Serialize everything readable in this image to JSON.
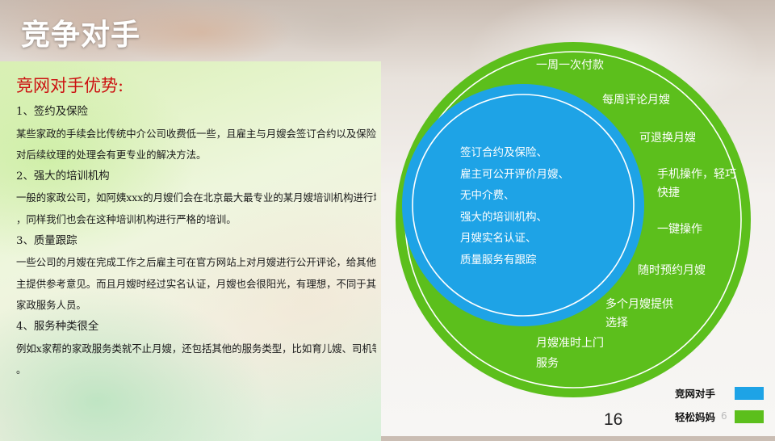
{
  "slide": {
    "title": "竞争对手",
    "page_number": "16"
  },
  "panel": {
    "heading": "竞网对手优势:",
    "lines": [
      {
        "text": "1、签约及保险",
        "kind": "item"
      },
      {
        "text": "某些家政的手续会比传统中介公司收费低一些，且雇主与月嫂会签订合约以及保险，",
        "kind": "body"
      },
      {
        "text": "对后续纹理的处理会有更专业的解决方法。",
        "kind": "body"
      },
      {
        "text": "2、强大的培训机构",
        "kind": "item"
      },
      {
        "text": "一般的家政公司，如阿姨xxx的月嫂们会在北京最大最专业的某月嫂培训机构进行培训",
        "kind": "body"
      },
      {
        "text": "，同样我们也会在这种培训机构进行严格的培训。",
        "kind": "body"
      },
      {
        "text": "3、质量跟踪",
        "kind": "item"
      },
      {
        "text": "一些公司的月嫂在完成工作之后雇主可在官方网站上对月嫂进行公开评论，给其他雇",
        "kind": "body"
      },
      {
        "text": "主提供参考意见。而且月嫂时经过实名认证，月嫂也会很阳光，有理想，不同于其他",
        "kind": "body"
      },
      {
        "text": "家政服务人员。",
        "kind": "body"
      },
      {
        "text": "4、服务种类很全",
        "kind": "item"
      },
      {
        "text": "例如x家帮的家政服务类就不止月嫂，还包括其他的服务类型，比如育儿嫂、司机等等",
        "kind": "body"
      },
      {
        "text": "。",
        "kind": "body"
      }
    ]
  },
  "venn": {
    "outer_color": "#5cbf1c",
    "inner_color": "#1ea3e6",
    "outer_items": [
      "一周一次付款",
      "每周评论月嫂",
      "可退换月嫂",
      "手机操作，轻巧\n快捷",
      "一键操作",
      "随时预约月嫂",
      "多个月嫂提供\n选择",
      "月嫂准时上门\n服务"
    ],
    "inner_items": [
      "签订合约及保险、",
      "雇主可公开评价月嫂、",
      "无中介费、",
      "强大的培训机构、",
      "月嫂实名认证、",
      "质量服务有跟踪"
    ]
  },
  "legend": [
    {
      "label": "竞网对手",
      "color": "#1ea3e6"
    },
    {
      "label": "轻松妈妈",
      "color": "#5cbf1c",
      "suffix": "6"
    }
  ]
}
